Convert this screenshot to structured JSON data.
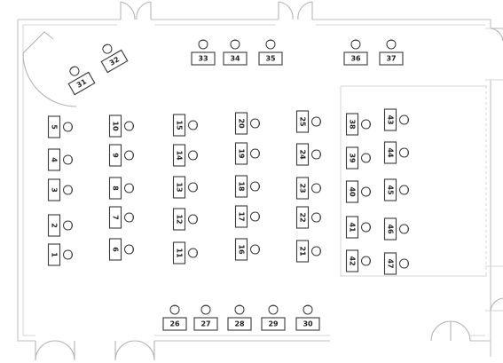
{
  "floor_plan": {
    "desks": [
      {
        "label": "1"
      },
      {
        "label": "2"
      },
      {
        "label": "3"
      },
      {
        "label": "4"
      },
      {
        "label": "5"
      },
      {
        "label": "6"
      },
      {
        "label": "7"
      },
      {
        "label": "8"
      },
      {
        "label": "9"
      },
      {
        "label": "10"
      },
      {
        "label": "11"
      },
      {
        "label": "12"
      },
      {
        "label": "13"
      },
      {
        "label": "14"
      },
      {
        "label": "15"
      },
      {
        "label": "16"
      },
      {
        "label": "17"
      },
      {
        "label": "18"
      },
      {
        "label": "19"
      },
      {
        "label": "20"
      },
      {
        "label": "21"
      },
      {
        "label": "22"
      },
      {
        "label": "23"
      },
      {
        "label": "24"
      },
      {
        "label": "25"
      },
      {
        "label": "26"
      },
      {
        "label": "27"
      },
      {
        "label": "28"
      },
      {
        "label": "29"
      },
      {
        "label": "30"
      },
      {
        "label": "31"
      },
      {
        "label": "32"
      },
      {
        "label": "33"
      },
      {
        "label": "34"
      },
      {
        "label": "35"
      },
      {
        "label": "36"
      },
      {
        "label": "37"
      },
      {
        "label": "38"
      },
      {
        "label": "39"
      },
      {
        "label": "40"
      },
      {
        "label": "41"
      },
      {
        "label": "42"
      },
      {
        "label": "43"
      },
      {
        "label": "44"
      },
      {
        "label": "45"
      },
      {
        "label": "46"
      },
      {
        "label": "47"
      }
    ]
  }
}
